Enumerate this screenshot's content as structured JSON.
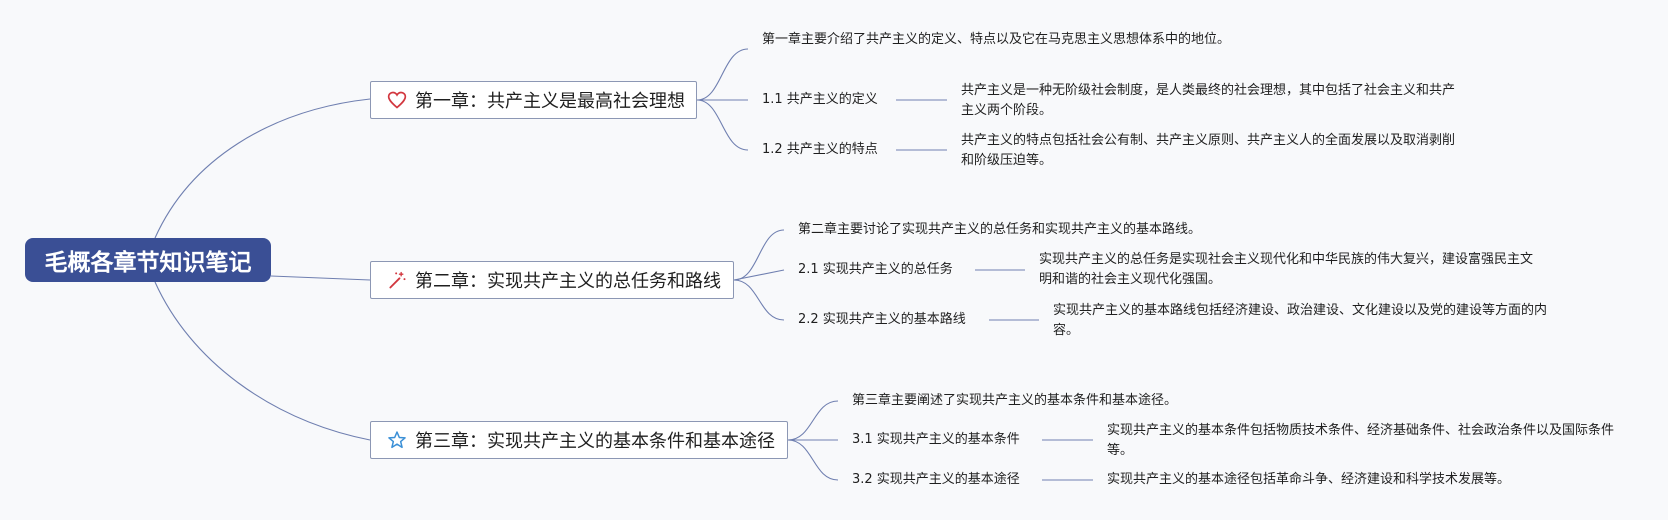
{
  "root": {
    "title": "毛概各章节知识笔记"
  },
  "chapters": [
    {
      "icon": "heart-icon",
      "title": "第一章：共产主义是最高社会理想",
      "summary": "第一章主要介绍了共产主义的定义、特点以及它在马克思主义思想体系中的地位。",
      "sections": [
        {
          "label": "1.1 共产主义的定义",
          "note": "共产主义是一种无阶级社会制度，是人类最终的社会理想，其中包括了社会主义和共产主义两个阶段。"
        },
        {
          "label": "1.2 共产主义的特点",
          "note": "共产主义的特点包括社会公有制、共产主义原则、共产主义人的全面发展以及取消剥削和阶级压迫等。"
        }
      ]
    },
    {
      "icon": "magic-wand-icon",
      "title": "第二章：实现共产主义的总任务和路线",
      "summary": "第二章主要讨论了实现共产主义的总任务和实现共产主义的基本路线。",
      "sections": [
        {
          "label": "2.1 实现共产主义的总任务",
          "note": "实现共产主义的总任务是实现社会主义现代化和中华民族的伟大复兴，建设富强民主文明和谐的社会主义现代化强国。"
        },
        {
          "label": "2.2 实现共产主义的基本路线",
          "note": "实现共产主义的基本路线包括经济建设、政治建设、文化建设以及党的建设等方面的内容。"
        }
      ]
    },
    {
      "icon": "star-icon",
      "title": "第三章：实现共产主义的基本条件和基本途径",
      "summary": "第三章主要阐述了实现共产主义的基本条件和基本途径。",
      "sections": [
        {
          "label": "3.1 实现共产主义的基本条件",
          "note": "实现共产主义的基本条件包括物质技术条件、经济基础条件、社会政治条件以及国际条件等。"
        },
        {
          "label": "3.2 实现共产主义的基本途径",
          "note": "实现共产主义的基本途径包括革命斗争、经济建设和科学技术发展等。"
        }
      ]
    }
  ],
  "colors": {
    "root_bg": "#3a4f95",
    "connector": "#6f7fb0",
    "heart": "#d2373f",
    "wand": "#d2373f",
    "star": "#3a8fd6"
  }
}
